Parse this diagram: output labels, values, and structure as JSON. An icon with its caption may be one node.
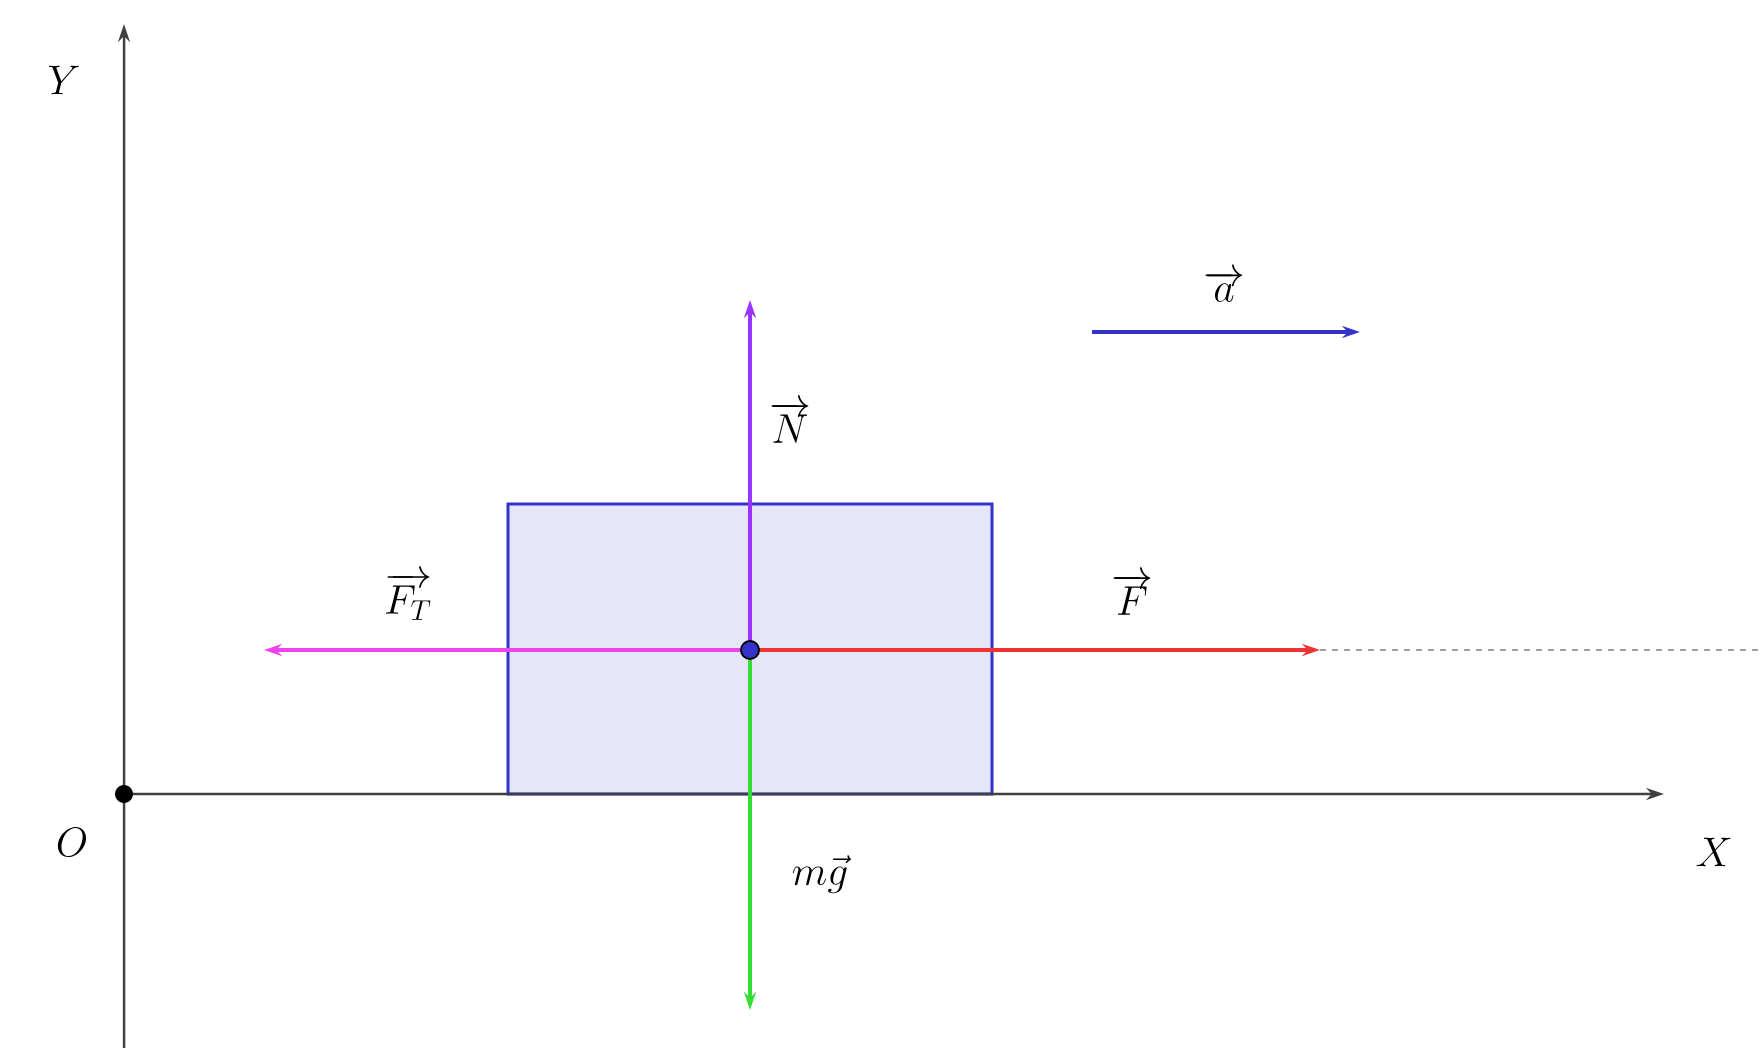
{
  "diagram": {
    "nodes": [
      {
        "text": [],
        "shape": "box"
      }
    ],
    "labels": [
      "Y",
      "O",
      "X",
      "\\overrightarrow{a}",
      "\\overrightarrow{N}",
      "\\overrightarrow{F_T}",
      "\\overrightarrow{F}",
      "m\\vec{g}"
    ]
  }
}
